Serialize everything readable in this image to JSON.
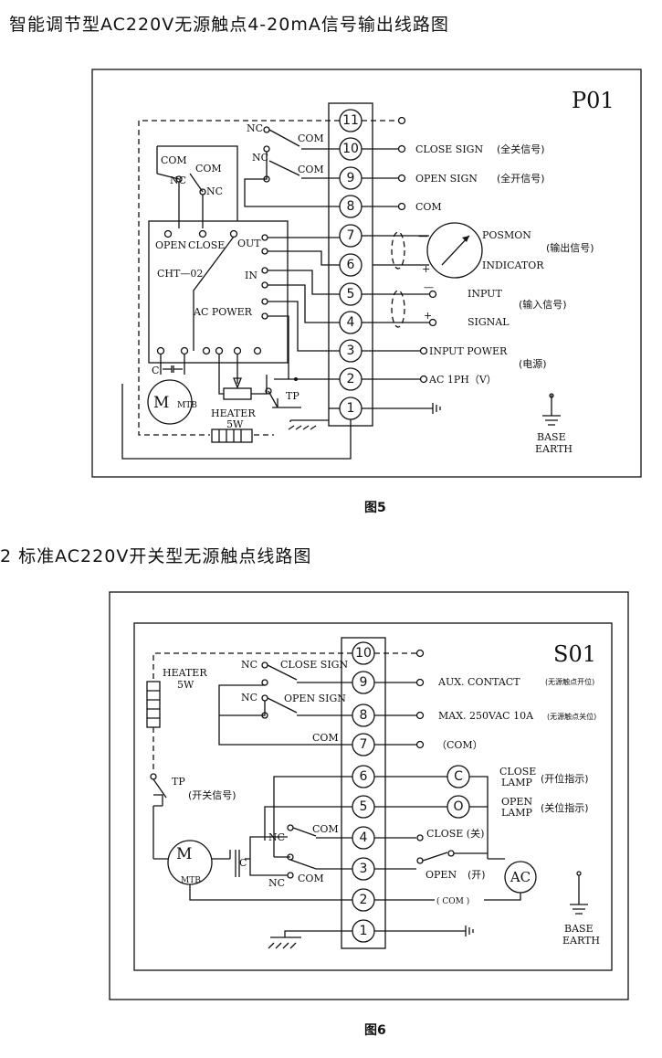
{
  "fig5": {
    "heading": "智能调节型AC220V无源触点4-20mA信号输出线路图",
    "code": "P01",
    "caption": "图5",
    "terminals": [
      "11",
      "10",
      "9",
      "8",
      "7",
      "6",
      "5",
      "4",
      "3",
      "2",
      "1"
    ],
    "close_sign": "CLOSE SIGN",
    "close_sign_cn": "(全关信号)",
    "open_sign": "OPEN SIGN",
    "open_sign_cn": "(全开信号)",
    "com": "COM",
    "nc": "NC",
    "posmon": "POSMON",
    "indicator": "INDICATOR",
    "output_cn": "(输出信号)",
    "input": "INPUT",
    "signal": "SIGNAL",
    "input_cn": "(输入信号)",
    "input_power": "INPUT POWER",
    "power_cn": "(电源)",
    "ac1ph": "AC 1PH（V）",
    "base": "BASE",
    "earth": "EARTH",
    "open": "OPEN",
    "close": "CLOSE",
    "out": "OUT",
    "in": "IN",
    "ac_power": "AC POWER",
    "cht": "CHT—02",
    "c": "C",
    "m": "M",
    "mtb": "MTB",
    "tp": "TP",
    "heater": "HEATER",
    "heater_w": "5W",
    "minus": "—",
    "plus": "+"
  },
  "fig6": {
    "heading": "2 标准AC220V开关型无源触点线路图",
    "code": "S01",
    "caption": "图6",
    "terminals": [
      "10",
      "9",
      "8",
      "7",
      "6",
      "5",
      "4",
      "3",
      "2",
      "1"
    ],
    "heater": "HEATER",
    "heater_w": "5W",
    "nc": "NC",
    "close_sign": "CLOSE SIGN",
    "open_sign": "OPEN SIGN",
    "com": "COM",
    "aux": "AUX. CONTACT",
    "aux_cn": "(无源触点开位)",
    "max": "MAX. 250VAC 10A",
    "max_cn": "(无源触点关位)",
    "com_paren": "（COM）",
    "close_lamp_1": "CLOSE",
    "close_lamp_2": "LAMP",
    "close_lamp_cn": "(开位指示)",
    "open_lamp_1": "OPEN",
    "open_lamp_2": "LAMP",
    "open_lamp_cn": "(关位指示)",
    "lamp_c": "C",
    "lamp_o": "O",
    "tp": "TP",
    "tp_cn": "(开关信号)",
    "m": "M",
    "mtb": "MTB",
    "c": "C",
    "close_cn": "CLOSE (关)",
    "open": "OPEN",
    "open_cn": "(开)",
    "com_small": "( COM )",
    "ac": "AC",
    "base": "BASE",
    "earth": "EARTH"
  }
}
